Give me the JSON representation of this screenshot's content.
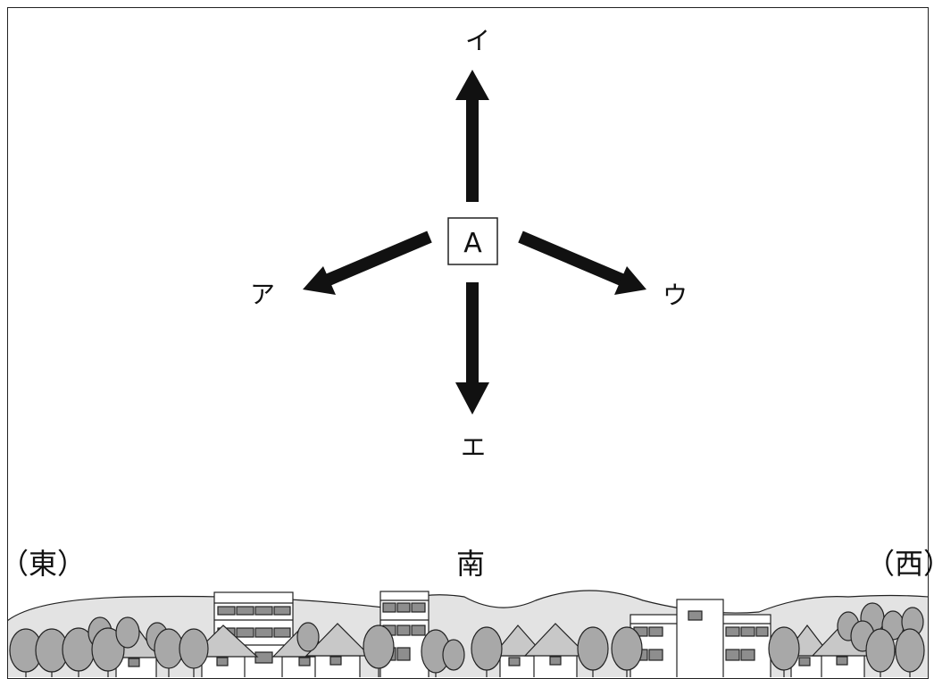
{
  "center_label": "A",
  "arrow_labels": {
    "a": "ア",
    "i": "イ",
    "u": "ウ",
    "e": "エ"
  },
  "directions": {
    "east": "（東）",
    "south": "南",
    "west": "（西）"
  },
  "colors": {
    "stroke": "#111111",
    "hill": "#e3e3e3",
    "tree": "#a8a8a8",
    "roof": "#c8c8c8",
    "window": "#8e8e8e"
  }
}
